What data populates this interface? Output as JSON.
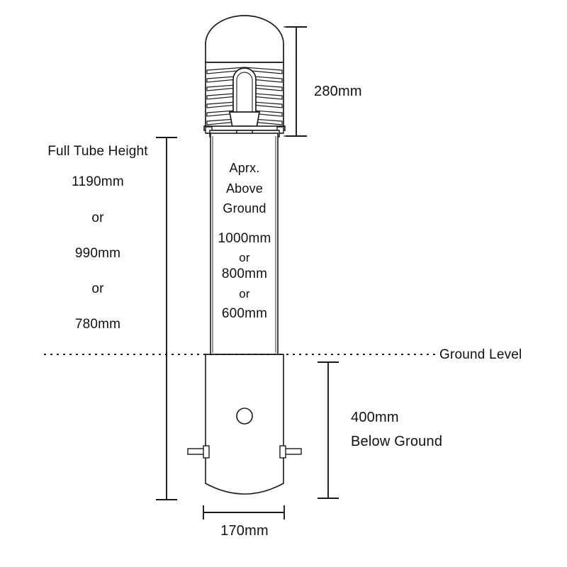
{
  "drawing": {
    "title": "Bollard light dimensional drawing",
    "line_color": "#1a1a1a",
    "fill_color": "#ffffff",
    "background": "#ffffff"
  },
  "dimensions": {
    "head_height": "280mm",
    "full_tube_height_label": "Full Tube Height",
    "full_tube_options": [
      {
        "value": "1190mm"
      },
      {
        "value": "or"
      },
      {
        "value": "990mm"
      },
      {
        "value": "or"
      },
      {
        "value": "780mm"
      }
    ],
    "below_ground_value": "400mm",
    "below_ground_label": "Below Ground",
    "tube_diameter": "170mm",
    "ground_level_label": "Ground Level"
  },
  "column_text": {
    "line1": "Aprx.",
    "line2": "Above",
    "line3": "Ground",
    "options": [
      {
        "value": "1000mm"
      },
      {
        "value": "or"
      },
      {
        "value": "800mm"
      },
      {
        "value": "or"
      },
      {
        "value": "600mm"
      }
    ]
  },
  "parts": {
    "dome_cap": "dome-cap",
    "louvre_stack": "louvre-stack",
    "lamp": "lamp",
    "lamp_holder": "lamp-holder",
    "gear_tray": "gear-tray",
    "above_ground_tube": "above-ground-tube",
    "below_ground_tube": "below-ground-tube",
    "drain_hole": "drain-hole",
    "anchor_bar_left": "anchor-bar-left",
    "anchor_bar_right": "anchor-bar-right"
  }
}
